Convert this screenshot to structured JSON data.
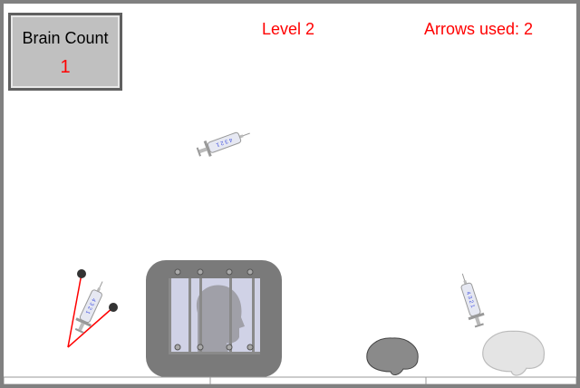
{
  "hud": {
    "brain_count_label": "Brain Count",
    "brain_count_value": "1",
    "level": "Level 2",
    "arrows_used": "Arrows used: 2"
  },
  "colors": {
    "hud_text": "#ff0000",
    "frame": "#808080",
    "cage": "#7a7a7a",
    "cage_window": "#d0d2e6",
    "slingshot_band": "#ff0000"
  },
  "syringe_marks": "4 3 2 1"
}
